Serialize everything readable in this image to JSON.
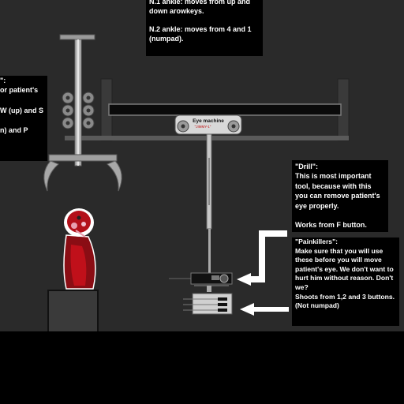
{
  "panels": {
    "top": {
      "line1": "N.1 ankle: moves from up and down arowkeys.",
      "line2": "N.2 ankle: moves from 4 and 1 (numpad)."
    },
    "left": {
      "line1": "\":",
      "line2": "or patient's",
      "line3": "W (up) and S",
      "line4": "n) and P"
    },
    "drill": {
      "title": "\"Drill\":",
      "body": "This is most important tool, because with this you can remove patient's eye properly.",
      "hint": "Works from F button."
    },
    "painkillers": {
      "title": "\"Painkillers\":",
      "body": "Make sure that you will use these before you will move patient's eye. We don't want to hurt him without reason. Don't we?",
      "hint": "Shoots from 1,2 and 3 buttons. (Not numpad)"
    }
  },
  "machine": {
    "label": "Eye machine",
    "sublabel": "\"JIMMY-1\""
  },
  "colors": {
    "background": "#2a2a2a",
    "floor": "#000000",
    "metal_light": "#c8c8c8",
    "metal_mid": "#8a8a8a",
    "patient_red": "#c0101a",
    "arrow": "#ffffff"
  }
}
